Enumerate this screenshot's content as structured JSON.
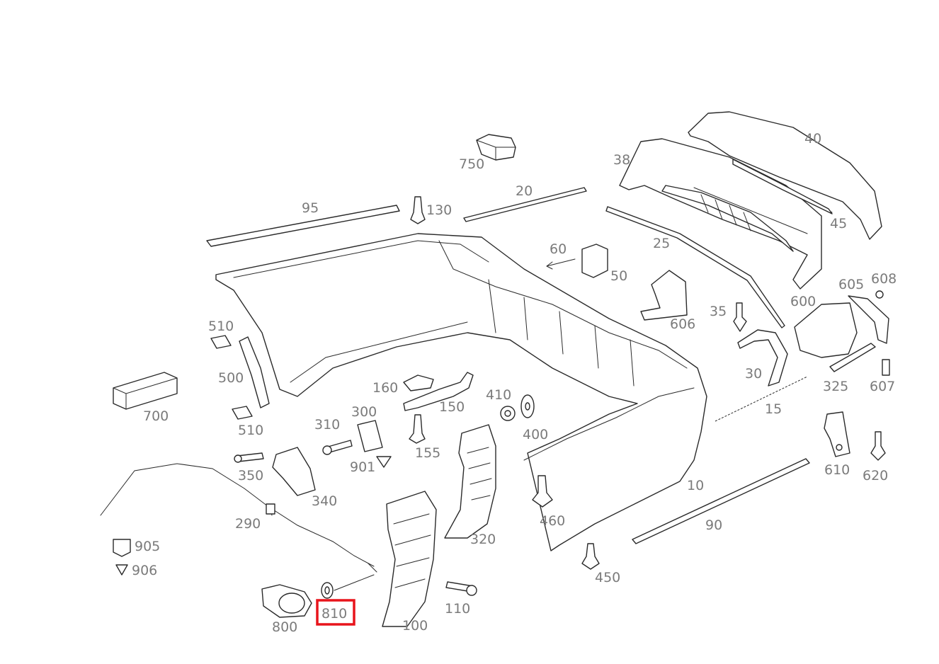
{
  "diagram": {
    "highlight_color": "#e8141b",
    "highlighted_part": "810",
    "parts": [
      {
        "id": "40"
      },
      {
        "id": "38"
      },
      {
        "id": "45"
      },
      {
        "id": "750"
      },
      {
        "id": "20"
      },
      {
        "id": "95"
      },
      {
        "id": "130"
      },
      {
        "id": "25"
      },
      {
        "id": "60"
      },
      {
        "id": "50"
      },
      {
        "id": "605"
      },
      {
        "id": "608"
      },
      {
        "id": "600"
      },
      {
        "id": "35"
      },
      {
        "id": "606"
      },
      {
        "id": "510"
      },
      {
        "id": "500"
      },
      {
        "id": "510"
      },
      {
        "id": "700"
      },
      {
        "id": "160"
      },
      {
        "id": "150"
      },
      {
        "id": "410"
      },
      {
        "id": "400"
      },
      {
        "id": "30"
      },
      {
        "id": "325"
      },
      {
        "id": "607"
      },
      {
        "id": "15"
      },
      {
        "id": "310"
      },
      {
        "id": "300"
      },
      {
        "id": "155"
      },
      {
        "id": "901"
      },
      {
        "id": "350"
      },
      {
        "id": "340"
      },
      {
        "id": "610"
      },
      {
        "id": "620"
      },
      {
        "id": "10"
      },
      {
        "id": "460"
      },
      {
        "id": "290"
      },
      {
        "id": "90"
      },
      {
        "id": "320"
      },
      {
        "id": "905"
      },
      {
        "id": "906"
      },
      {
        "id": "450"
      },
      {
        "id": "110"
      },
      {
        "id": "800"
      },
      {
        "id": "810"
      },
      {
        "id": "100"
      }
    ]
  }
}
